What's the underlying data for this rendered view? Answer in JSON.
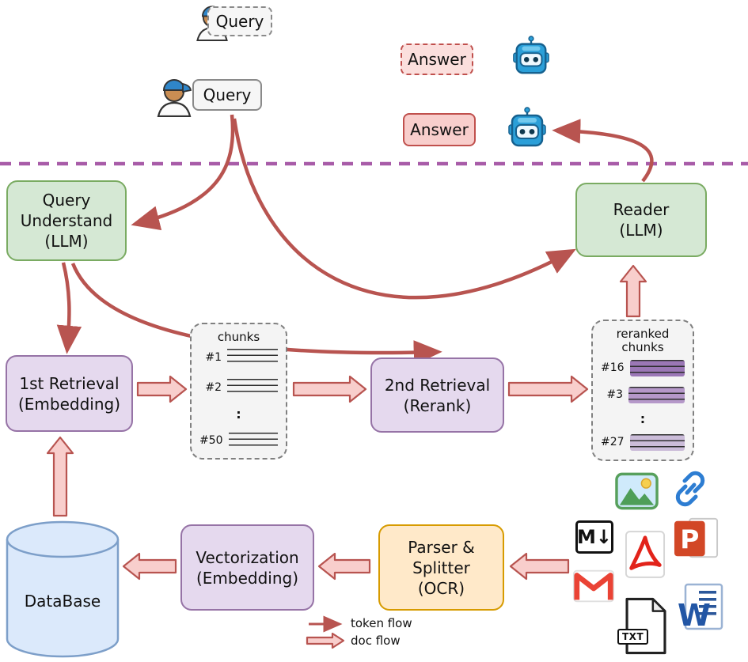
{
  "colors": {
    "arrow_red": "#b85450",
    "doc_arrow_fill": "#f8cecc",
    "green_fill": "#d5e8d4",
    "green_border": "#7aab62",
    "purple_fill": "#e5d9ee",
    "purple_border": "#9673a6",
    "orange_fill": "#ffe9c9",
    "orange_border": "#d79b00",
    "blue_fill": "#dbe9fb",
    "blue_border": "#7d9fc9",
    "pink_fill": "#f8cecc",
    "pink_border": "#c0504d",
    "separator": "#a85ca8"
  },
  "top": {
    "query_draft": "Query",
    "query": "Query",
    "answer_draft": "Answer",
    "answer": "Answer"
  },
  "nodes": {
    "query_understand": "Query\nUnderstand\n(LLM)",
    "reader": "Reader\n(LLM)",
    "first_retrieval": "1st Retrieval\n(Embedding)",
    "second_retrieval": "2nd Retrieval\n(Rerank)",
    "vectorization": "Vectorization\n(Embedding)",
    "parser_splitter": "Parser &\nSplitter\n(OCR)",
    "database": "DataBase"
  },
  "chunks_panel": {
    "title": "chunks",
    "rows": [
      "#1",
      "#2",
      ":",
      "#50"
    ]
  },
  "reranked_panel": {
    "title": "reranked\nchunks",
    "rows": [
      "#16",
      "#3",
      ":",
      "#27"
    ]
  },
  "icons": {
    "markdown_label": "M↓",
    "txt_label": "TXT",
    "powerpoint_label": "P",
    "word_label": "W"
  },
  "legend": {
    "token": "token flow",
    "doc": "doc flow"
  }
}
